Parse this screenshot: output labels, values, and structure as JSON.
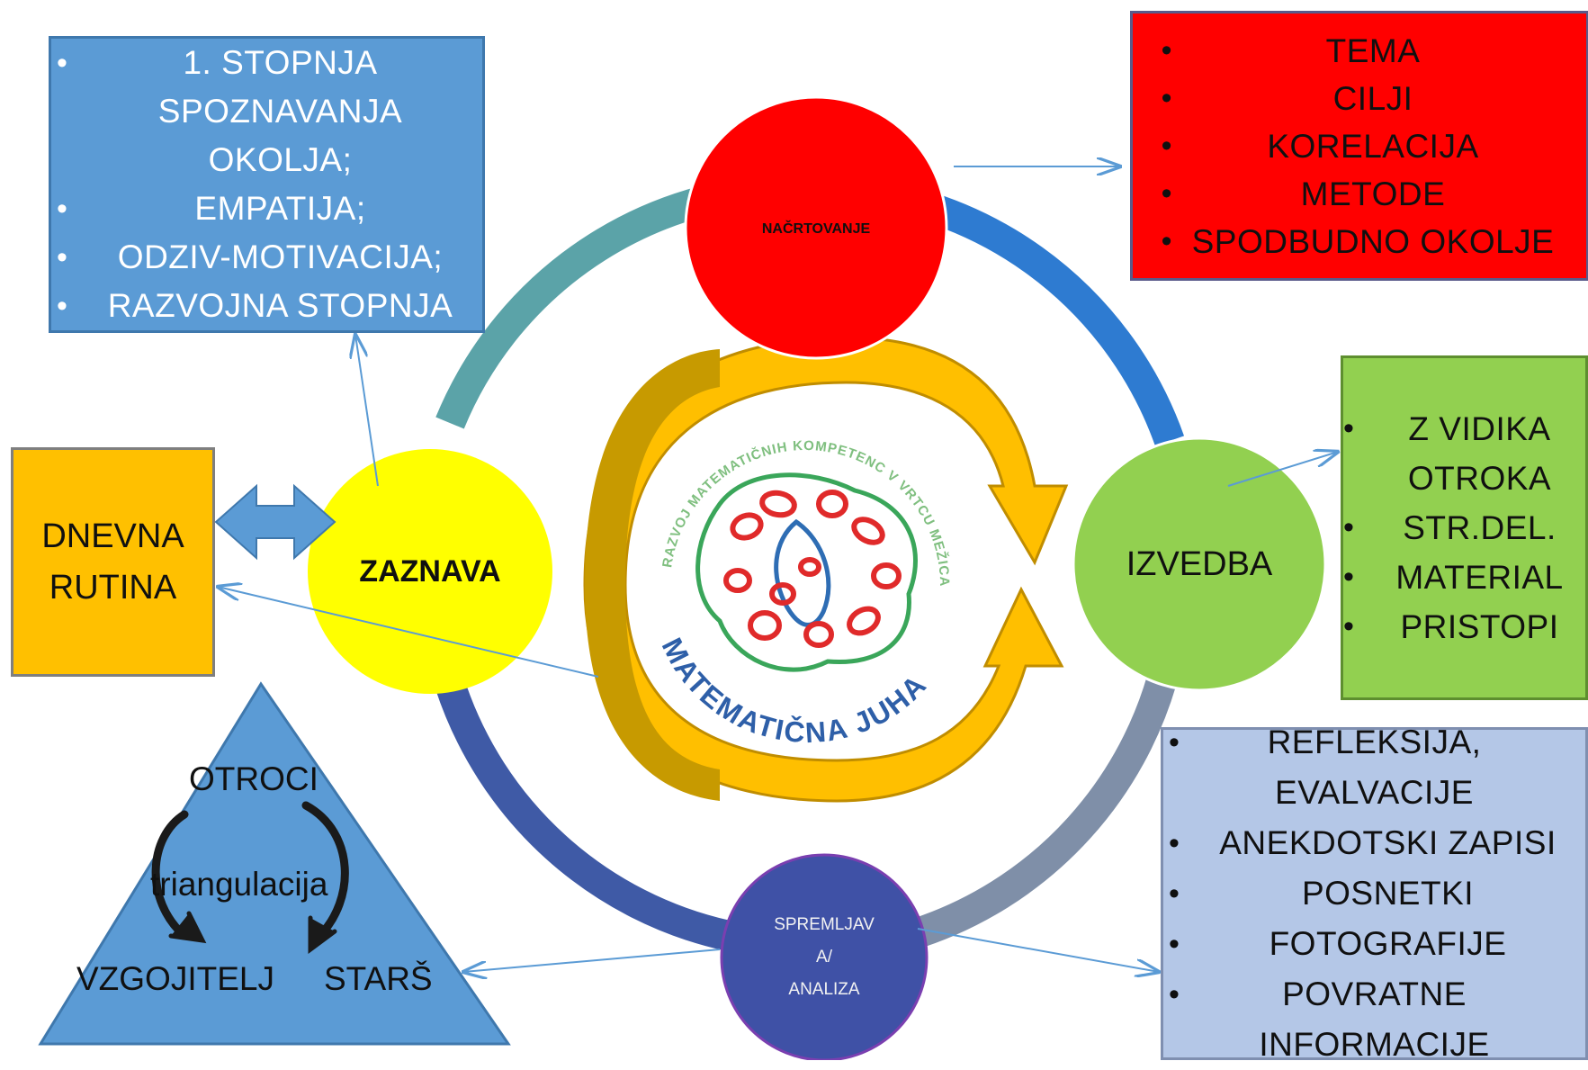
{
  "colors": {
    "plan_circle": "#ff0000",
    "exec_circle": "#92d050",
    "detect_circle": "#ffff00",
    "monitor_circle": "#3f51a6",
    "info_box": "#5b9bd5",
    "routine_box": "#ffc000",
    "reflection_box": "#b4c7e7"
  },
  "circles": {
    "nacrtovanje": "NAČRTOVANJE",
    "izvedba": "IZVEDBA",
    "zaznava": "ZAZNAVA",
    "spremljava_line1": "SPREMLJAV",
    "spremljava_line2": "A/",
    "spremljava_line3": "ANALIZA"
  },
  "boxes": {
    "info": [
      "1. STOPNJA SPOZNAVANJA OKOLJA;",
      "EMPATIJA;",
      "ODZIV-MOTIVACIJA;",
      "RAZVOJNA STOPNJA"
    ],
    "plan": [
      "TEMA",
      "CILJI",
      "KORELACIJA",
      "METODE",
      "SPODBUDNO OKOLJE"
    ],
    "exec": [
      "Z VIDIKA OTROKA",
      "STR.DEL.",
      "MATERIAL",
      "PRISTOPI"
    ],
    "reflection": [
      "REFLEKSIJA, EVALVACIJE",
      "ANEKDOTSKI ZAPISI",
      "POSNETKI",
      "FOTOGRAFIJE",
      "POVRATNE INFORMACIJE"
    ]
  },
  "routine": {
    "line1": "DNEVNA",
    "line2": "RUTINA"
  },
  "triangle": {
    "top": "OTROCI",
    "center": "triangulacija",
    "left": "VZGOJITELJ",
    "right": "STARŠ"
  },
  "logo": {
    "arc_text": "RAZVOJ MATEMATIČNIH KOMPETENC V VRTCU MEŽICA",
    "name": "MATEMATIČNA JUHA"
  }
}
